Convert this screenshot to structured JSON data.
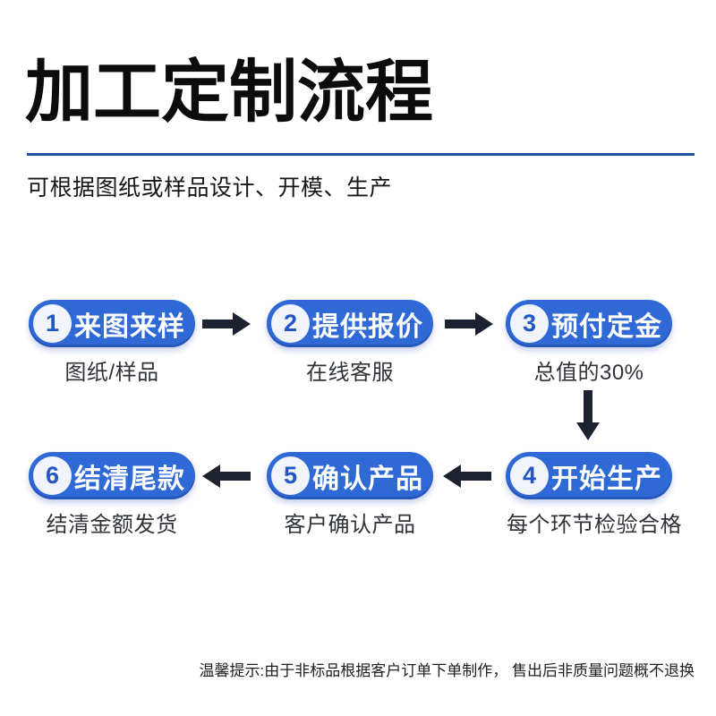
{
  "theme": {
    "accent_blue": "#2f69d6",
    "divider_blue": "#1d4f9c",
    "arrow_dark": "#1c2230",
    "badge_bg": "#f1f4fa",
    "badge_text": "#2357c5",
    "text_dark": "#0c0c0c",
    "caption_gray": "#2f3338",
    "page_bg": "#ffffff"
  },
  "header": {
    "title": "加工定制流程",
    "subtitle": "可根据图纸或样品设计、开模、生产"
  },
  "flow": {
    "steps": [
      {
        "num": "1",
        "label": "来图来样",
        "caption": "图纸/样品"
      },
      {
        "num": "2",
        "label": "提供报价",
        "caption": "在线客服"
      },
      {
        "num": "3",
        "label": "预付定金",
        "caption": "总值的30%"
      },
      {
        "num": "4",
        "label": "开始生产",
        "caption": "每个环节检验合格"
      },
      {
        "num": "5",
        "label": "确认产品",
        "caption": "客户确认产品"
      },
      {
        "num": "6",
        "label": "结清尾款",
        "caption": "结清金额发货"
      }
    ]
  },
  "footer": {
    "note": "温馨提示:由于非标品根据客户订单下单制作， 售出后非质量问题概不退换"
  }
}
